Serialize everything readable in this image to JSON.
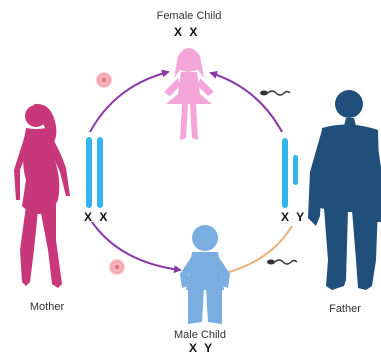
{
  "labels": {
    "female_child": "Female Child",
    "female_child_chromosomes": "X X",
    "male_child": "Male Child",
    "male_child_chromosomes": "X Y",
    "mother": "Mother",
    "mother_chromosomes": "X X",
    "father": "Father",
    "father_chromosomes": "X Y"
  },
  "icons": {
    "mother": "woman-silhouette-icon",
    "father": "man-silhouette-icon",
    "female_child": "girl-silhouette-icon",
    "male_child": "boy-silhouette-icon",
    "egg": "egg-cell-icon",
    "sperm": "sperm-cell-icon",
    "chromosome": "chromosome-icon"
  },
  "colors": {
    "mother": "#c8377a",
    "father": "#1f4f7a",
    "female_child": "#f4a6da",
    "male_child": "#7aaee0",
    "chromosome": "#33b5ea",
    "arrow_purple": "#8a3aa8",
    "arrow_orange": "#e8b07a",
    "egg": "#f3a0a8"
  }
}
